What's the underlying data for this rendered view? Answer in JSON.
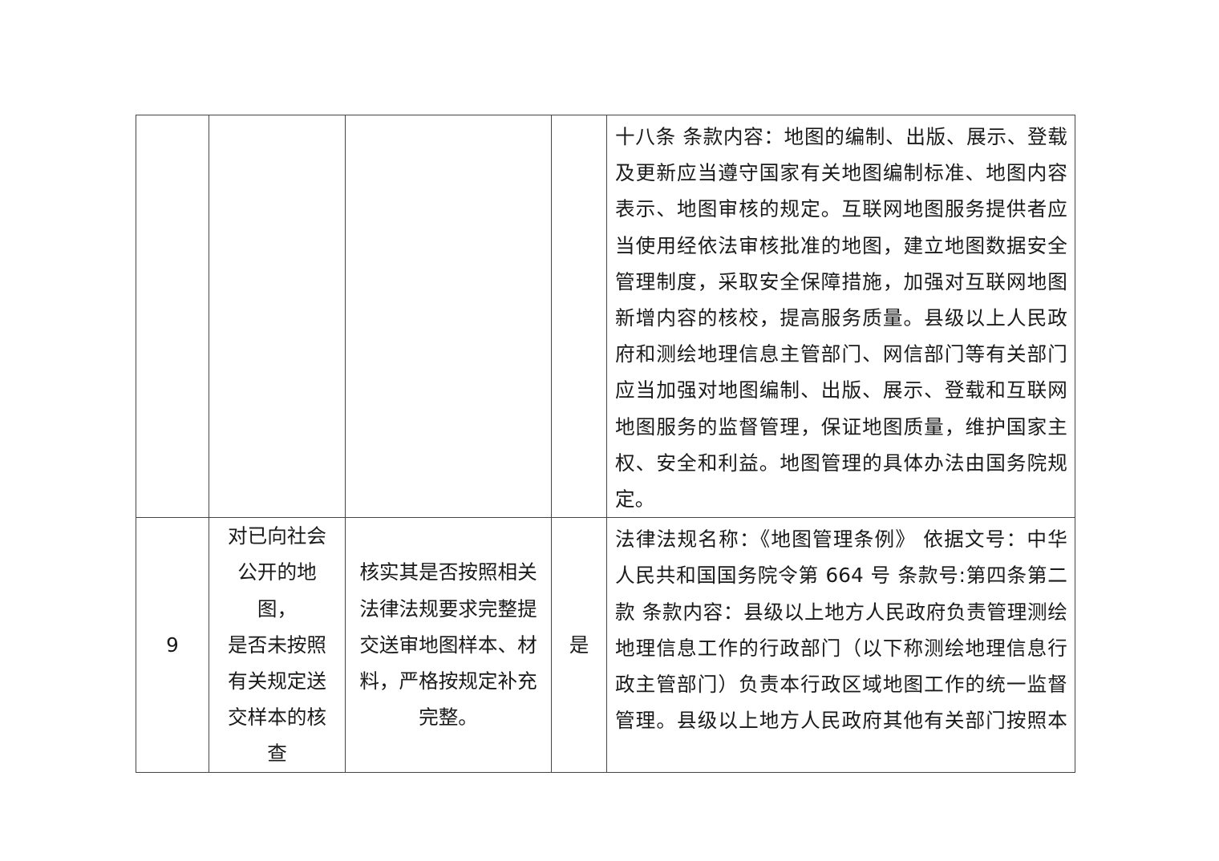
{
  "table": {
    "continued_row": {
      "basis_lines": [
        "十八条  条款内容：地图的编制、出版、展示、登载",
        "及更新应当遵守国家有关地图编制标准、地图内容",
        "表示、地图审核的规定。互联网地图服务提供者应",
        "当使用经依法审核批准的地图，建立地图数据安全",
        "管理制度，采取安全保障措施，加强对互联网地图",
        "新增内容的核校，提高服务质量。县级以上人民政",
        "府和测绘地理信息主管部门、网信部门等有关部门",
        "应当加强对地图编制、出版、展示、登载和互联网",
        "地图服务的监督管理，保证地图质量，维护国家主",
        "权、安全和利益。地图管理的具体办法由国务院规",
        "定。"
      ]
    },
    "row_9": {
      "number": "9",
      "item_lines": [
        "对已向社会",
        "公开的地图，",
        "是否未按照",
        "有关规定送",
        "交样本的核",
        "查"
      ],
      "requirement_lines": [
        "核实其是否按照相关",
        "法律法规要求完整提",
        "交送审地图样本、材",
        "料，严格按规定补充",
        "完整。"
      ],
      "flag": "是",
      "basis_lines": [
        "法律法规名称：《地图管理条例》 依据文号：中华",
        "人民共和国国务院令第 664 号  条款号:第四条第二",
        "款  条款内容：县级以上地方人民政府负责管理测绘",
        "地理信息工作的行政部门（以下称测绘地理信息行",
        "政主管部门）负责本行政区域地图工作的统一监督",
        "管理。县级以上地方人民政府其他有关部门按照本"
      ]
    }
  }
}
